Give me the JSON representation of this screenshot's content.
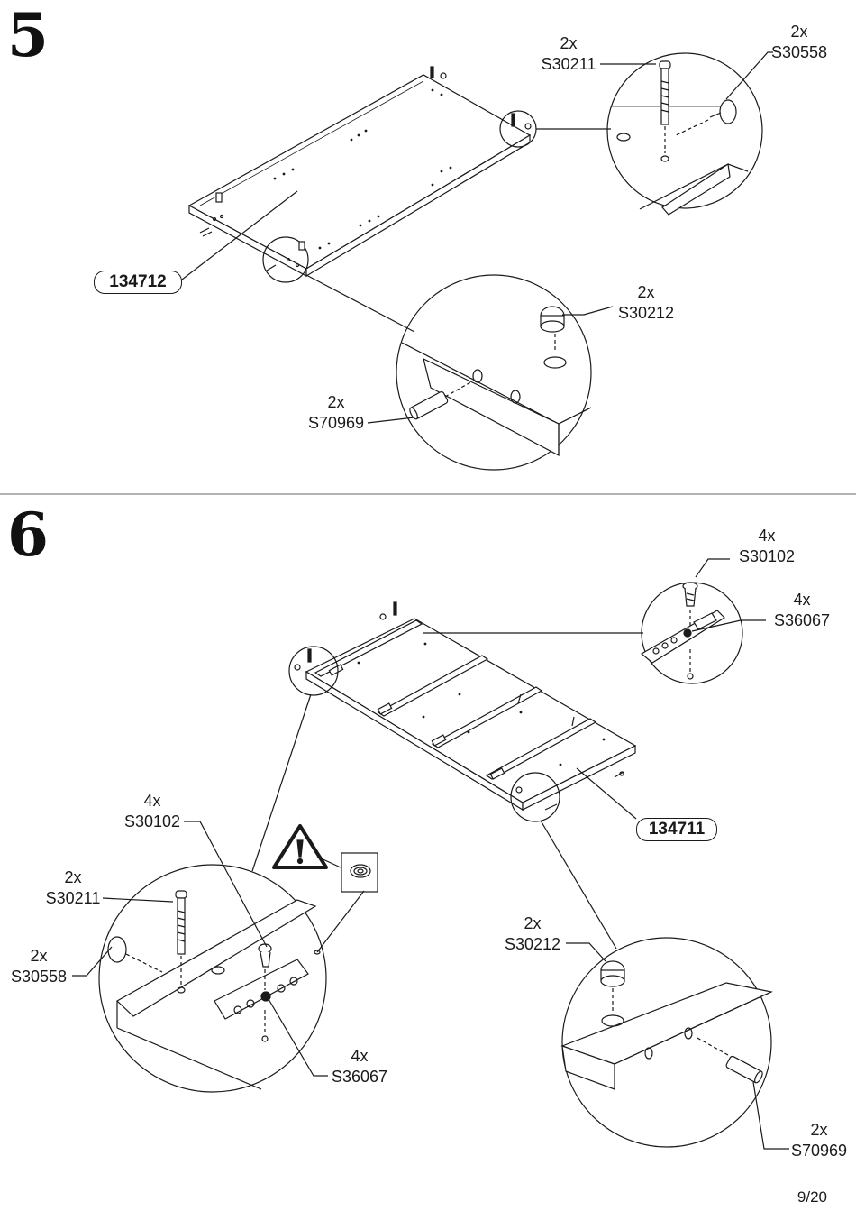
{
  "page": {
    "number": "9/20"
  },
  "step5": {
    "number": "5",
    "panel_part": "134712",
    "fittings": [
      {
        "qty": "2x",
        "code": "S30211"
      },
      {
        "qty": "2x",
        "code": "S30558"
      },
      {
        "qty": "2x",
        "code": "S30212"
      },
      {
        "qty": "2x",
        "code": "S70969"
      }
    ]
  },
  "step6": {
    "number": "6",
    "panel_part": "134711",
    "fittings": [
      {
        "qty": "4x",
        "code": "S30102"
      },
      {
        "qty": "4x",
        "code": "S36067"
      },
      {
        "qty": "4x",
        "code": "S30102"
      },
      {
        "qty": "2x",
        "code": "S30211"
      },
      {
        "qty": "2x",
        "code": "S30558"
      },
      {
        "qty": "4x",
        "code": "S36067"
      },
      {
        "qty": "2x",
        "code": "S30212"
      },
      {
        "qty": "2x",
        "code": "S70969"
      }
    ]
  },
  "icons": [
    "warning-triangle-icon",
    "countersink-hole-icon"
  ]
}
